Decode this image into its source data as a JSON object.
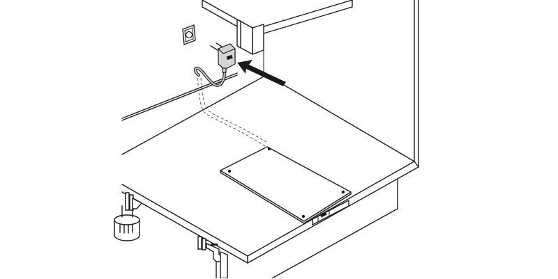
{
  "figure": {
    "kind": "installation-diagram",
    "style": "isometric line art",
    "background": "#ffffff",
    "line_color": "#1a1a1a",
    "adapter_fill": "#d4d4d4"
  },
  "parts": {
    "wall_socket": "wall-socket",
    "power_adapter": "plug-in power adapter",
    "cable": "adapter cable",
    "cable_route": "hidden cable path (dashed)",
    "arrow": "insertion direction arrow",
    "upper_cabinet": "upper cabinet",
    "side_panel": "cabinet side panel",
    "countertop": "countertop / shelf",
    "device_panel": "flat panel device with 4 screws",
    "connector": "connector port",
    "adjustable_foot": "adjustable leg",
    "bracket": "mounting bracket"
  }
}
